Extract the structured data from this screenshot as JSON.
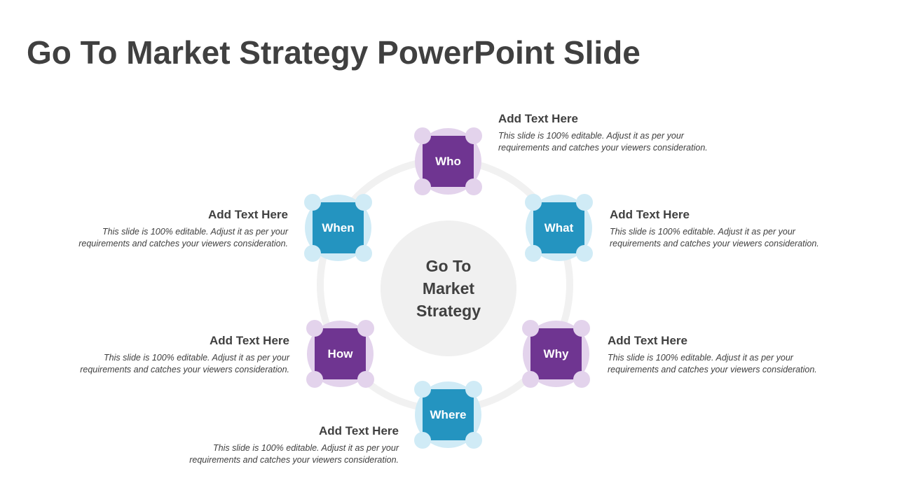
{
  "title": "Go To Market Strategy PowerPoint Slide",
  "center": {
    "line1": "Go To",
    "line2": "Market",
    "line3": "Strategy"
  },
  "nodes": [
    {
      "label": "Who",
      "heading": "Add Text Here",
      "body": "This slide is 100% editable. Adjust it as per your requirements and catches your viewers consideration."
    },
    {
      "label": "What",
      "heading": "Add Text Here",
      "body": "This slide is 100% editable. Adjust it as per your requirements and catches your viewers consideration."
    },
    {
      "label": "Why",
      "heading": "Add Text Here",
      "body": "This slide is 100% editable. Adjust it as per your requirements and catches your viewers consideration."
    },
    {
      "label": "Where",
      "heading": "Add Text Here",
      "body": "This slide is 100% editable. Adjust it as per your requirements and catches your viewers consideration."
    },
    {
      "label": "How",
      "heading": "Add Text Here",
      "body": "This slide is 100% editable. Adjust it as per your requirements and catches your viewers consideration."
    },
    {
      "label": "When",
      "heading": "Add Text Here",
      "body": "This slide is 100% editable. Adjust it as per your requirements and catches your viewers consideration."
    }
  ],
  "colors": {
    "purple": "#6f3591",
    "blue": "#2494c0"
  }
}
